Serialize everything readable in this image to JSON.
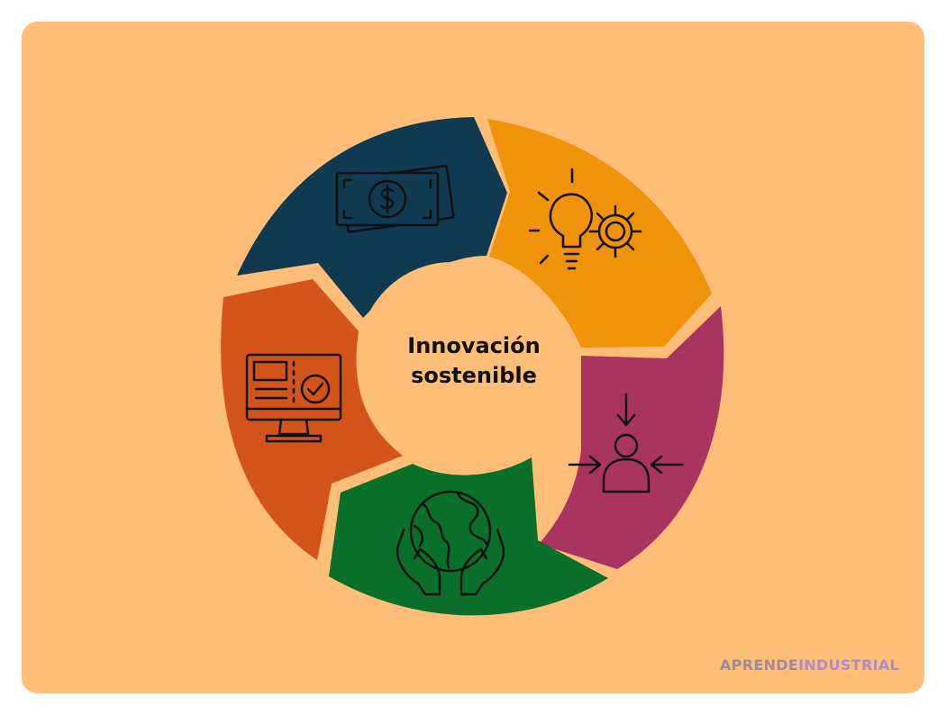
{
  "colors": {
    "background": "#ffbe78",
    "hub": "#ffbe78",
    "navy": "#0f3a52",
    "amber": "#f0920a",
    "magenta": "#a93460",
    "green": "#0a7029",
    "rust": "#d2541a",
    "icon_stroke": "#111111",
    "brand_primary": "#9b8a9b",
    "brand_secondary": "#b08bc9"
  },
  "center": {
    "line1": "Innovación",
    "line2": "sostenible"
  },
  "segments": [
    {
      "color": "navy",
      "icon": "money-icon"
    },
    {
      "color": "amber",
      "icon": "idea-gear-icon"
    },
    {
      "color": "magenta",
      "icon": "person-focus-icon"
    },
    {
      "color": "green",
      "icon": "globe-hands-icon"
    },
    {
      "color": "rust",
      "icon": "monitor-check-icon"
    }
  ],
  "brand": {
    "part1": "APRENDE",
    "part2": "INDUSTRIAL"
  }
}
